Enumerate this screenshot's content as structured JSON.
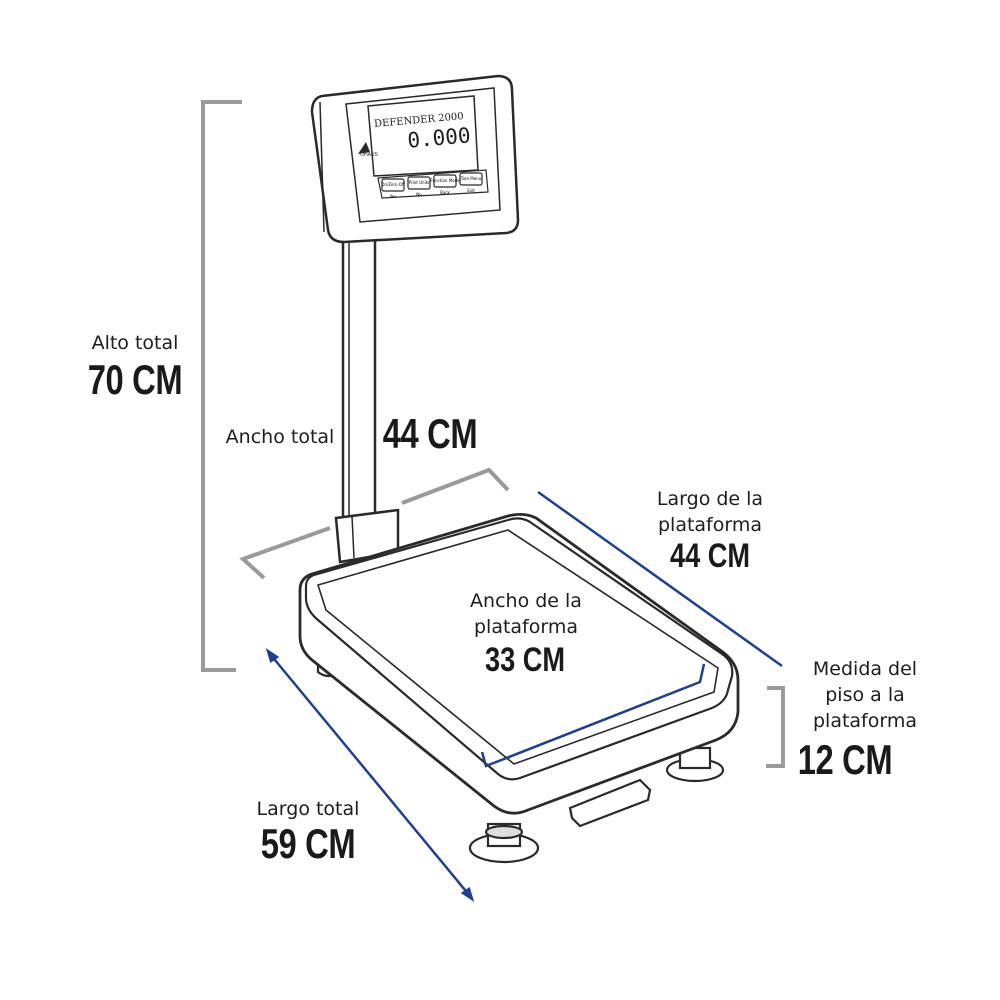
{
  "display": {
    "brand": "DEFENDER 2000",
    "reading": "0.000",
    "logo_text": "OHAUS",
    "buttons": [
      "On/Zero Off",
      "Print Units",
      "Function Mode",
      "Tare Menu"
    ],
    "button_captions": [
      "Yes",
      "No",
      "Back",
      "Exit"
    ]
  },
  "dimensions": {
    "total_height": {
      "label": "Alto total",
      "value": "70 CM"
    },
    "total_width": {
      "label": "Ancho total",
      "value": "44 CM"
    },
    "platform_length": {
      "label_line1": "Largo de la",
      "label_line2": "plataforma",
      "value": "44 CM"
    },
    "platform_width": {
      "label_line1": "Ancho de la",
      "label_line2": "plataforma",
      "value": "33 CM"
    },
    "floor_to_platform": {
      "label_line1": "Medida del",
      "label_line2": "piso a la",
      "label_line3": "plataforma",
      "value": "12 CM"
    },
    "total_length": {
      "label": "Largo total",
      "value": "59 CM"
    }
  },
  "colors": {
    "outline": "#2a2a2a",
    "grey_bracket": "#9a9a9a",
    "blue_line": "#1f3f8f"
  }
}
